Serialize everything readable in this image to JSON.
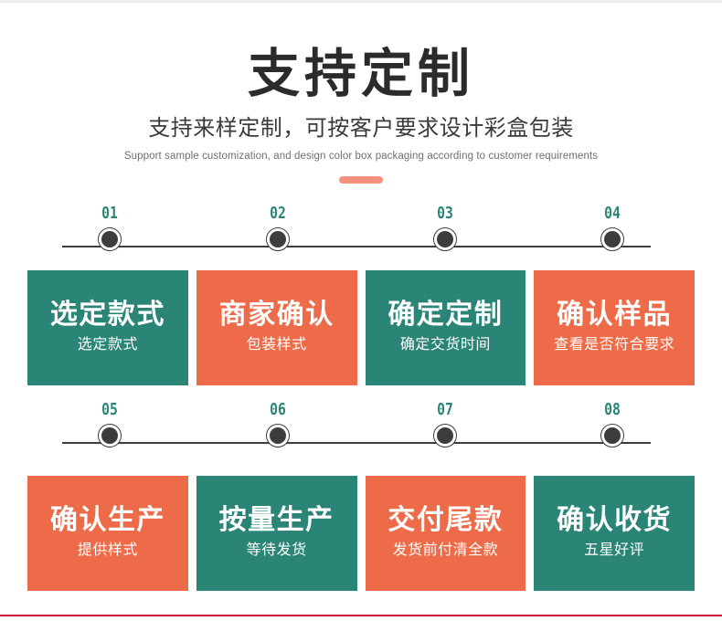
{
  "header": {
    "title_cn": "支持定制",
    "subtitle_cn": "支持来样定制，可按客户要求设计彩盒包装",
    "subtitle_en": "Support sample customization, and design color box packaging according to customer requirements",
    "accent_bar_color": "#f5927e"
  },
  "colors": {
    "green": "#2a8576",
    "orange": "#ed6b48",
    "number": "#2a8576",
    "line": "#3d3d3d",
    "bottom_rule": "#c8102e"
  },
  "steps": [
    {
      "number": "01",
      "title": "选定款式",
      "subtitle": "选定款式",
      "color": "green"
    },
    {
      "number": "02",
      "title": "商家确认",
      "subtitle": "包装样式",
      "color": "orange"
    },
    {
      "number": "03",
      "title": "确定定制",
      "subtitle": "确定交货时间",
      "color": "green"
    },
    {
      "number": "04",
      "title": "确认样品",
      "subtitle": "查看是否符合要求",
      "color": "orange"
    },
    {
      "number": "05",
      "title": "确认生产",
      "subtitle": "提供样式",
      "color": "orange"
    },
    {
      "number": "06",
      "title": "按量生产",
      "subtitle": "等待发货",
      "color": "green"
    },
    {
      "number": "07",
      "title": "交付尾款",
      "subtitle": "发货前付清全款",
      "color": "orange"
    },
    {
      "number": "08",
      "title": "确认收货",
      "subtitle": "五星好评",
      "color": "green"
    }
  ]
}
